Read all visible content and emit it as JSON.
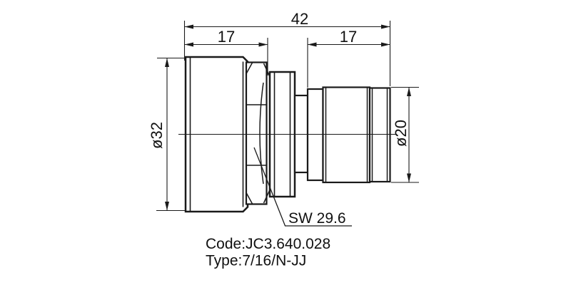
{
  "drawing": {
    "dimensions": {
      "total_length": "42",
      "left_section_length": "17",
      "right_section_length": "17",
      "left_diameter": "ø32",
      "right_diameter": "ø20",
      "wrench_size": "SW 29.6"
    },
    "labels": {
      "code": "Code:JC3.640.028",
      "type": "Type:7/16/N-JJ"
    },
    "colors": {
      "line": "#1a1a1a",
      "background": "#ffffff"
    }
  }
}
